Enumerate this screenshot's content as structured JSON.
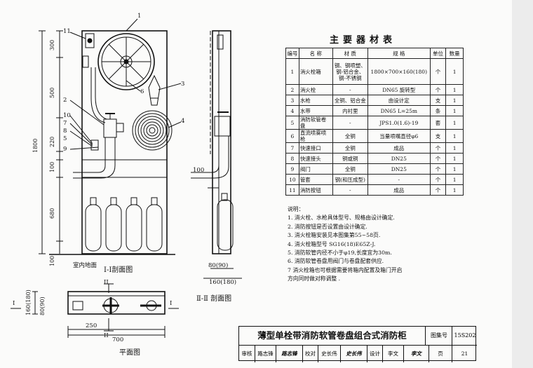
{
  "table": {
    "title": "主要器材表",
    "headers": [
      "编号",
      "名 称",
      "材 质",
      "规 格",
      "单位",
      "数量"
    ],
    "rows": [
      [
        "1",
        "消火栓箱",
        "钢、钢喷塑、钢-铝合金、钢-不锈钢",
        "1800×700×160(180)",
        "个",
        "1"
      ],
      [
        "2",
        "消火栓",
        "-",
        "DN65 旋转型",
        "个",
        "1"
      ],
      [
        "3",
        "水枪",
        "全铜、铝合金",
        "由设计定",
        "支",
        "1"
      ],
      [
        "4",
        "水带",
        "内衬里",
        "DN65  L=25m",
        "条",
        "1"
      ],
      [
        "5",
        "消防软管卷盘",
        "-",
        "JPS1.0(1.6)-19",
        "套",
        "1"
      ],
      [
        "6",
        "直流喷雾喷枪",
        "全铜",
        "当量喷嘴直径φ6",
        "支",
        "1"
      ],
      [
        "7",
        "快速接口",
        "全铜",
        "成品",
        "个",
        "1"
      ],
      [
        "8",
        "快速接头",
        "铜或铜",
        "DN25",
        "个",
        "1"
      ],
      [
        "9",
        "阀门",
        "全铜",
        "DN25",
        "个",
        "1"
      ],
      [
        "10",
        "管套",
        "钢(和压成型)",
        "-",
        "个",
        "1"
      ],
      [
        "11",
        "消防按钮",
        "-",
        "成品",
        "个",
        "1"
      ]
    ]
  },
  "notes": {
    "heading": "说明：",
    "items": [
      "1. 消火栓、水枪具体型号、规格由设计确定.",
      "2. 消防按钮是否设置由设计确定.",
      "3. 消火栓箱安装见本图集第55~58页.",
      "4. 消火栓箱型号  SG16(18)E65Z-J.",
      "5. 消防软管内径不小于φ19,长度宜为30m.",
      "6. 消防软管卷盘用阀门与卷盘配套供应.",
      "7  消火栓箱也可根据需要将箱内配置及箱门开启",
      "   方向同时做对称调整 ."
    ]
  },
  "title_block": {
    "title": "薄型单栓带消防软管卷盘组合式消防柜",
    "atlas_label": "图集号",
    "atlas_no": "15S202",
    "row2": [
      "审核",
      "路志锋",
      "路志锋",
      "校对",
      "史长伟",
      "史长伟",
      "设计",
      "李文",
      "李文",
      "页",
      "21"
    ]
  },
  "drawing": {
    "section1_label": "Ⅰ-Ⅰ剖面图",
    "section2_label": "Ⅱ-Ⅱ 剖面图",
    "plan_label": "平面图",
    "floor_label": "室内地面",
    "dims_left": [
      "300",
      "500",
      "1800",
      "220",
      "100",
      "680",
      "100"
    ],
    "dim_bottom_700": "700",
    "dim_bottom_250": "250",
    "dim_s2_100": "100",
    "dim_s2_80": "80(90)",
    "dim_s2_160": "160(180)",
    "dim_plan_160": "160(180)",
    "dim_plan_80": "80(90)",
    "roman1": "I",
    "roman2": "II",
    "callouts": [
      "1",
      "11",
      "6",
      "3",
      "2",
      "10",
      "7",
      "8",
      "5",
      "9",
      "4"
    ]
  }
}
